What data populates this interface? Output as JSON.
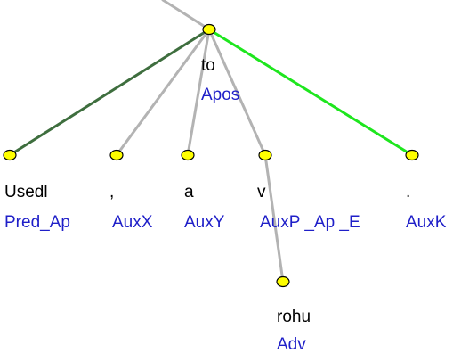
{
  "colors": {
    "background": "#ffffff",
    "node_fill": "#ffff00",
    "node_stroke": "#000000",
    "edge_gray": "#b3b3b3",
    "edge_dark_green": "#3e6e3e",
    "edge_bright_green": "#1ee61e",
    "word_text": "#000000",
    "afun_text": "#1f1fc8"
  },
  "tree": {
    "nodes": [
      {
        "id": "to",
        "word": "to",
        "afun": "Apos"
      },
      {
        "id": "usedl",
        "word": "Usedl",
        "afun": "Pred_Ap"
      },
      {
        "id": "comma",
        "word": ",",
        "afun": "AuxX"
      },
      {
        "id": "a",
        "word": "a",
        "afun": "AuxY"
      },
      {
        "id": "v",
        "word": "v",
        "afun": "AuxP _Ap _E"
      },
      {
        "id": "dot",
        "word": ".",
        "afun": "AuxK"
      },
      {
        "id": "rohu",
        "word": "rohu",
        "afun": "Adv"
      }
    ],
    "edges": [
      {
        "from": "parent",
        "to": "to",
        "style": "gray"
      },
      {
        "from": "to",
        "to": "usedl",
        "style": "dark-green"
      },
      {
        "from": "to",
        "to": "comma",
        "style": "gray"
      },
      {
        "from": "to",
        "to": "a",
        "style": "gray"
      },
      {
        "from": "to",
        "to": "v",
        "style": "gray"
      },
      {
        "from": "to",
        "to": "dot",
        "style": "bright-green"
      },
      {
        "from": "v",
        "to": "rohu",
        "style": "gray"
      }
    ]
  }
}
